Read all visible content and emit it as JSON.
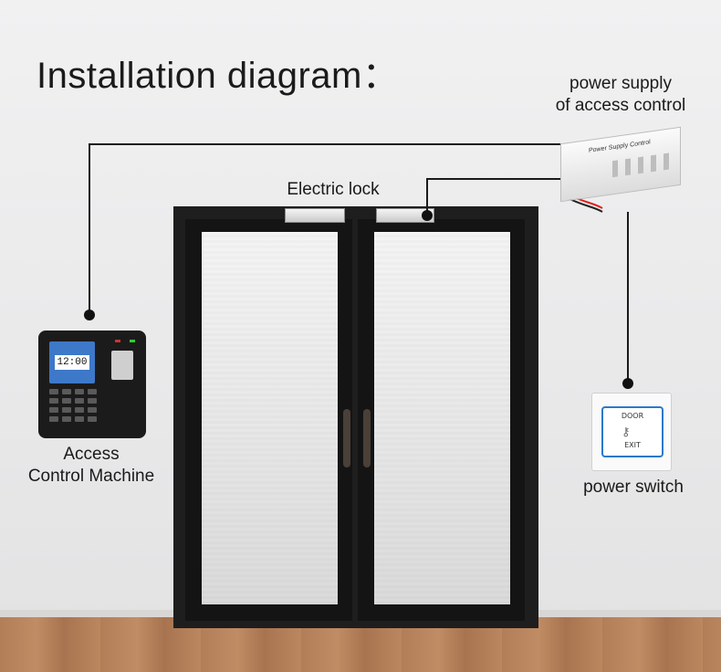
{
  "title": "Installation diagram：",
  "labels": {
    "power_supply_line1": "power supply",
    "power_supply_line2": "of access control",
    "electric_lock": "Electric lock",
    "machine_line1": "Access",
    "machine_line2": "Control Machine",
    "power_switch": "power switch"
  },
  "device": {
    "machine_time": "12:00",
    "psu_brand": "Power Supply Control",
    "switch_top": "DOOR",
    "switch_bottom": "EXIT",
    "switch_icon": "key-icon"
  },
  "colors": {
    "wire": "#1a1a1a",
    "screen": "#3d78c9",
    "switch_border": "#2a79c9",
    "floor": "#b27e58"
  }
}
